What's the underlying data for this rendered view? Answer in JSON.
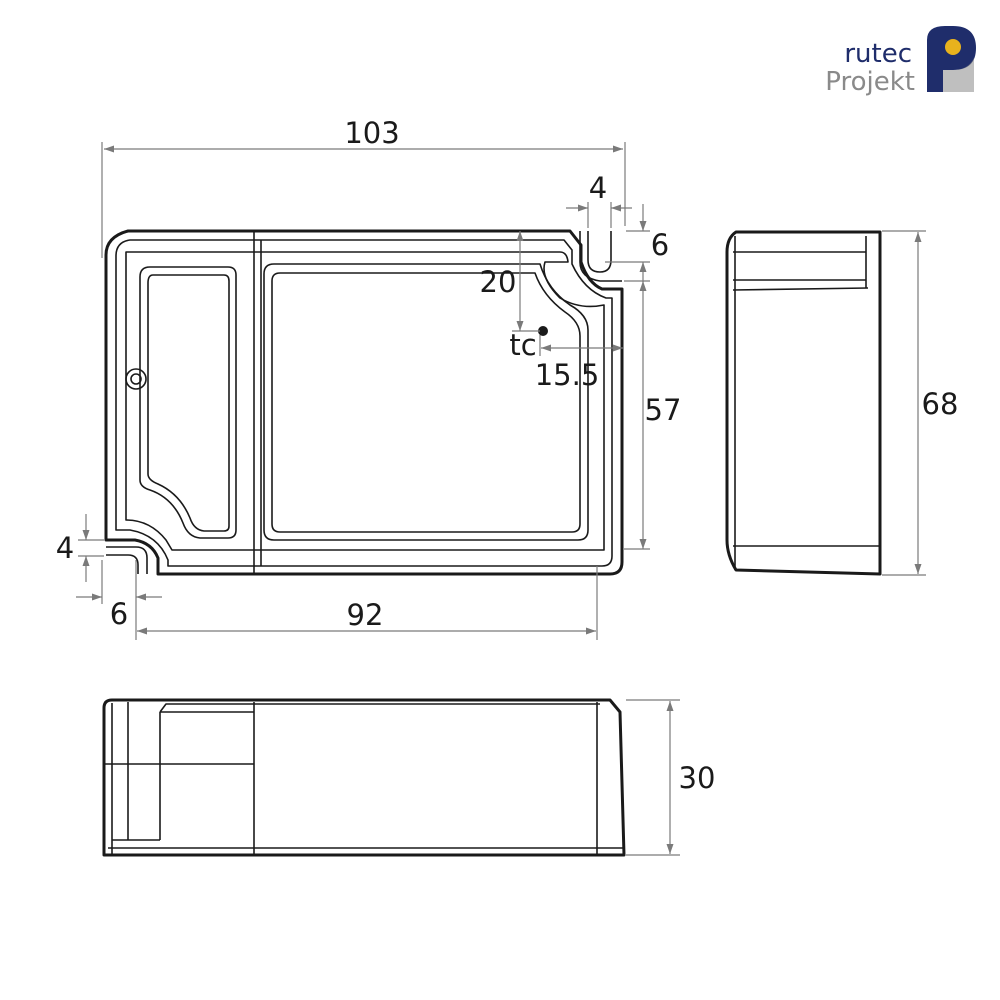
{
  "logo": {
    "line1": "rutec",
    "line2": "Projekt",
    "colors": {
      "navy": "#1f2d6b",
      "gray": "#8a8a8a",
      "gold": "#e8b21d"
    }
  },
  "dimensions": {
    "overall_length": "103",
    "slot_width": "4",
    "slot_depth": "6",
    "tc_from_top": "20",
    "tc_label": "tc",
    "tc_from_right": "15.5",
    "mount_height": "57",
    "width": "68",
    "left_slot_width": "4",
    "left_slot_offset": "6",
    "mount_spacing": "92",
    "height": "30"
  },
  "colors": {
    "outline": "#1a1a1a",
    "dimension_line": "#7a7a7a"
  }
}
